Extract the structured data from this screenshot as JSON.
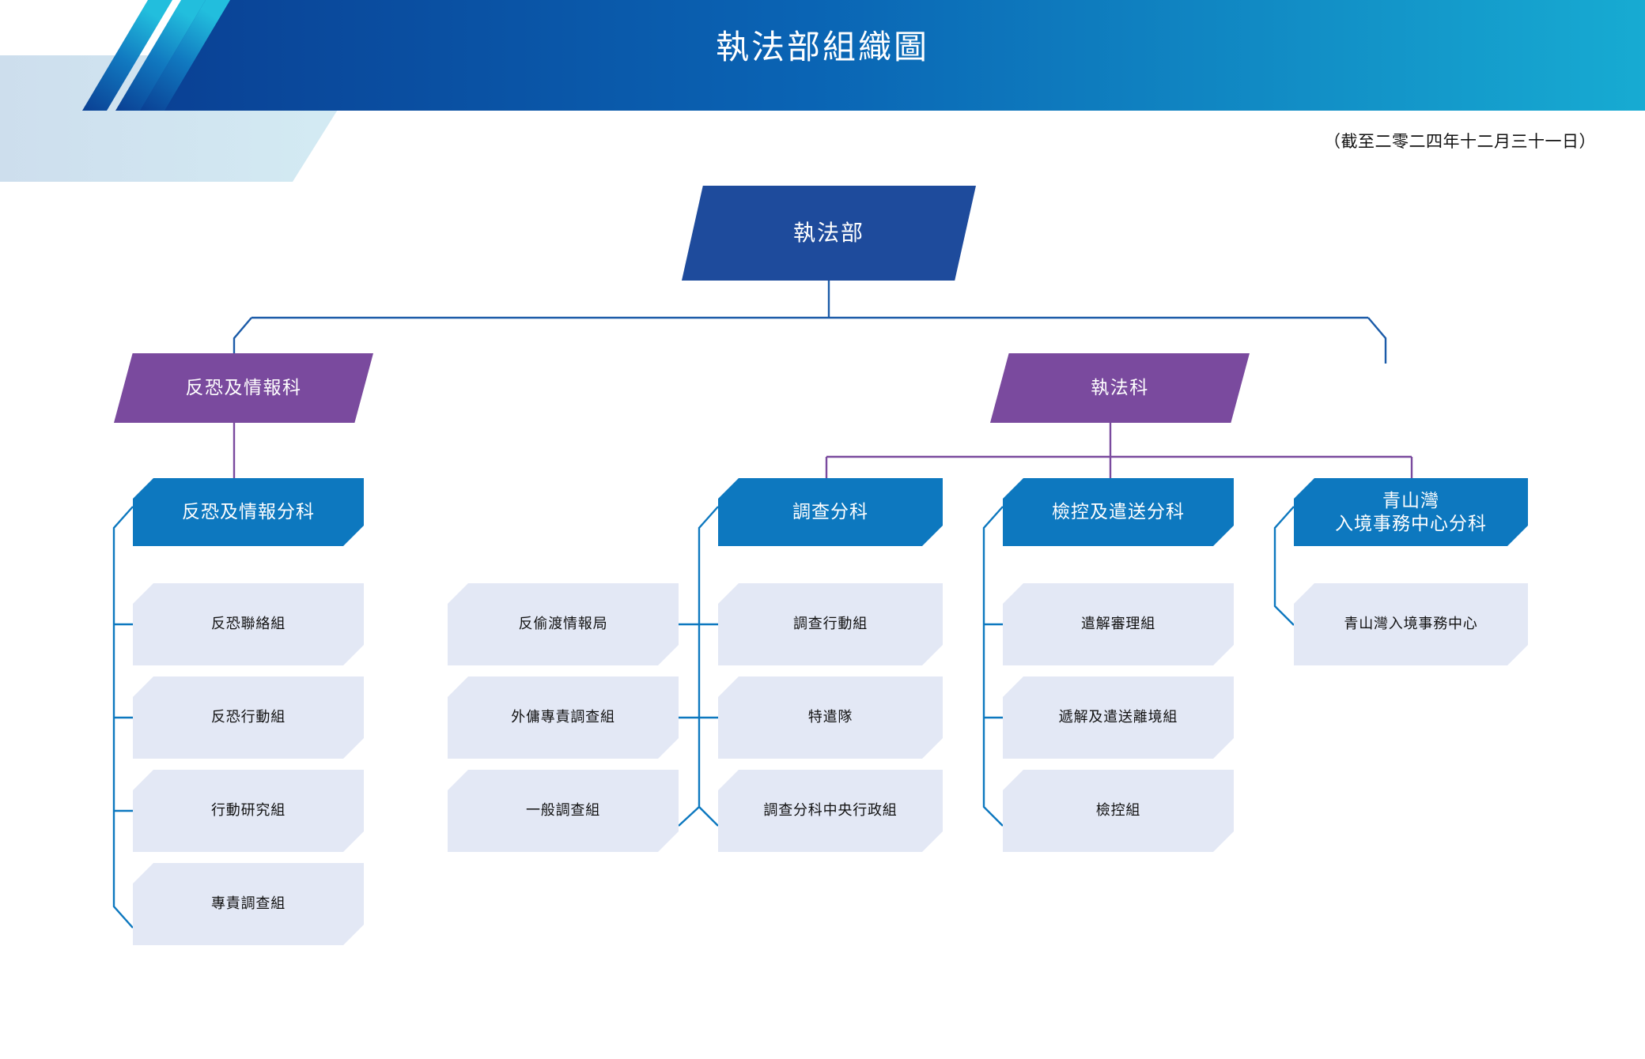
{
  "header": {
    "title": "執法部組織圖",
    "date_note": "（截至二零二四年十二月三十一日）",
    "brand_dark": "#0b4a9b",
    "brand_cyan": "#18a8cf",
    "band_light": "#cfe0ee"
  },
  "palette": {
    "root_fill": "#1e4b9c",
    "section_fill": "#7a4a9e",
    "subdivision_fill": "#0d78bf",
    "leaf_fill": "#e3e8f5",
    "connector_blue": "#1b5ba8",
    "connector_cyan": "#0d78bf",
    "connector_purple": "#7a4a9e"
  },
  "chart_data": {
    "type": "tree",
    "title": "執法部組織圖",
    "as_of": "（截至二零二四年十二月三十一日）",
    "root": {
      "id": "root",
      "label": "執法部",
      "level": "department",
      "children": [
        {
          "id": "sec-ct",
          "label": "反恐及情報科",
          "level": "section",
          "children": [
            {
              "id": "sub-ct",
              "label": "反恐及情報分科",
              "level": "subdivision",
              "children": [
                {
                  "id": "u-ct-1",
                  "label": "反恐聯絡組",
                  "level": "unit"
                },
                {
                  "id": "u-ct-2",
                  "label": "反恐行動組",
                  "level": "unit"
                },
                {
                  "id": "u-ct-3",
                  "label": "行動研究組",
                  "level": "unit"
                },
                {
                  "id": "u-ct-4",
                  "label": "專責調查組",
                  "level": "unit"
                }
              ]
            }
          ]
        },
        {
          "id": "sec-enf",
          "label": "執法科",
          "level": "section",
          "children": [
            {
              "id": "sub-inv",
              "label": "調查分科",
              "level": "subdivision",
              "children": [
                {
                  "id": "u-inv-L1",
                  "label": "反偷渡情報局",
                  "level": "unit",
                  "side": "left"
                },
                {
                  "id": "u-inv-L2",
                  "label": "外傭專責調查組",
                  "level": "unit",
                  "side": "left"
                },
                {
                  "id": "u-inv-L3",
                  "label": "一般調查組",
                  "level": "unit",
                  "side": "left"
                },
                {
                  "id": "u-inv-R1",
                  "label": "調查行動組",
                  "level": "unit",
                  "side": "right"
                },
                {
                  "id": "u-inv-R2",
                  "label": "特遣隊",
                  "level": "unit",
                  "side": "right"
                },
                {
                  "id": "u-inv-R3",
                  "label": "調查分科中央行政組",
                  "level": "unit",
                  "side": "right"
                }
              ]
            },
            {
              "id": "sub-pros",
              "label": "檢控及遣送分科",
              "level": "subdivision",
              "children": [
                {
                  "id": "u-pr-1",
                  "label": "遣解審理組",
                  "level": "unit"
                },
                {
                  "id": "u-pr-2",
                  "label": "遞解及遣送離境組",
                  "level": "unit"
                },
                {
                  "id": "u-pr-3",
                  "label": "檢控組",
                  "level": "unit"
                }
              ]
            },
            {
              "id": "sub-cic",
              "label": "青山灣\n入境事務中心分科",
              "level": "subdivision",
              "children": [
                {
                  "id": "u-cic-1",
                  "label": "青山灣入境事務中心",
                  "level": "unit"
                }
              ]
            }
          ]
        }
      ]
    }
  },
  "nodes": {
    "root": {
      "label": "執法部"
    },
    "sec_ct": {
      "label": "反恐及情報科"
    },
    "sec_enf": {
      "label": "執法科"
    },
    "sub_ct": {
      "label": "反恐及情報分科"
    },
    "sub_inv": {
      "label": "調查分科"
    },
    "sub_pros": {
      "label": "檢控及遣送分科"
    },
    "sub_cic": {
      "label": "青山灣\n入境事務中心分科"
    },
    "col1": [
      {
        "label": "反恐聯絡組"
      },
      {
        "label": "反恐行動組"
      },
      {
        "label": "行動研究組"
      },
      {
        "label": "專責調查組"
      }
    ],
    "col2": [
      {
        "label": "反偷渡情報局"
      },
      {
        "label": "外傭專責調查組"
      },
      {
        "label": "一般調查組"
      }
    ],
    "col3": [
      {
        "label": "調查行動組"
      },
      {
        "label": "特遣隊"
      },
      {
        "label": "調查分科中央行政組"
      }
    ],
    "col4": [
      {
        "label": "遣解審理組"
      },
      {
        "label": "遞解及遣送離境組"
      },
      {
        "label": "檢控組"
      }
    ],
    "col5": [
      {
        "label": "青山灣入境事務中心"
      }
    ]
  }
}
